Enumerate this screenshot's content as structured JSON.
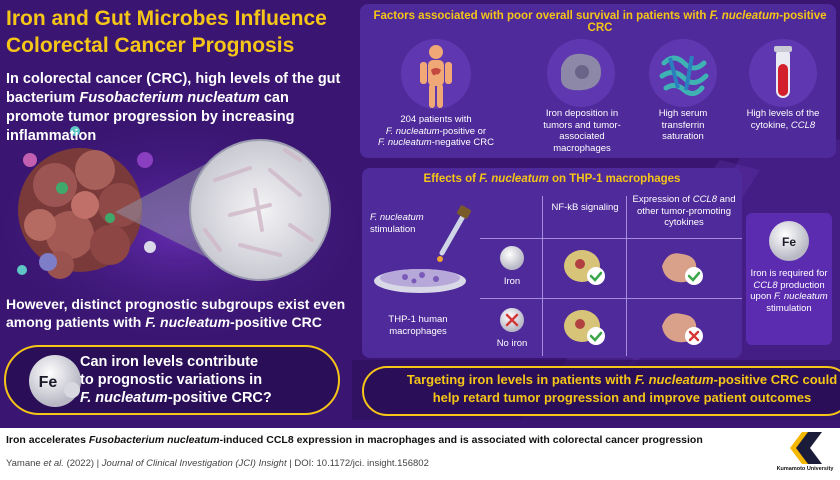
{
  "title": {
    "line1": "Iron and Gut Microbes Influence",
    "line2": "Colorectal Cancer Prognosis"
  },
  "intro": {
    "text1": "In colorectal cancer (CRC), high levels of the gut bacterium ",
    "bacterium": "Fusobacterium nucleatum",
    "text2": " can promote tumor progression by increasing inflammation"
  },
  "subgroups": {
    "text1": "However, distinct prognostic subgroups exist even among patients with ",
    "bacterium": "F. nucleatum",
    "text2": "-positive CRC"
  },
  "question": {
    "badge": "Fe",
    "line1": "Can iron levels contribute",
    "line2": "to prognostic variations in",
    "bacterium": "F. nucleatum",
    "line3_rest": "-positive CRC?"
  },
  "factors": {
    "title_prefix": "Factors associated with poor overall survival  in patients with ",
    "title_bacterium": "F. nucleatum",
    "title_suffix": "-positive CRC",
    "patients": {
      "line1": "204 patients with",
      "bacterium": "F. nucleatum",
      "line2_rest": "-positive or",
      "bacterium2": "F. nucleatum",
      "line3_rest": "-negative CRC"
    },
    "iron": "Iron deposition in tumors and tumor-associated macrophages",
    "transferrin": "High serum transferrin saturation",
    "cytokine_prefix": "High levels of the cytokine, ",
    "cytokine_name": "CCL8"
  },
  "effects": {
    "title_prefix": "Effects of ",
    "title_bacterium": "F. nucleatum",
    "title_suffix": " on THP-1 macrophages",
    "stimulation_bacterium": "F. nucleatum",
    "stimulation_rest": "stimulation",
    "thp1": "THP-1 human macrophages",
    "col_nfkb": "NF-kB signaling",
    "col_expr_prefix": "Expression of ",
    "col_expr_ccl8": "CCL8",
    "col_expr_rest": " and other tumor-promoting cytokines",
    "row_iron": "Iron",
    "row_noiron": "No iron"
  },
  "side": {
    "badge": "Fe",
    "text1": "Iron is required for ",
    "ccl8": "CCL8",
    "text2": " production upon ",
    "bacterium": "F. nucleatum",
    "text3": " stimulation"
  },
  "conclusion": {
    "prefix": "Targeting iron levels in patients with ",
    "bacterium": "F. nucleatum",
    "suffix": "-positive CRC could",
    "line2": "help retard tumor progression and improve patient outcomes"
  },
  "footer": {
    "title_prefix": "Iron accelerates ",
    "title_bacterium": "Fusobacterium nucleatum",
    "title_suffix": "-induced CCL8 expression in macrophages and is associated with colorectal cancer progression",
    "cite_author": "Yamane ",
    "cite_etal": "et al.",
    "cite_rest": " (2022) | ",
    "cite_journal": "Journal of Clinical Investigation (JCI) Insight",
    "cite_doi": " | DOI: 10.1172/jci. insight.156802",
    "university": "Kumamoto University"
  },
  "colors": {
    "background": "#3a1672",
    "panel": "#4e2a9a",
    "accent": "#f5c518",
    "text": "#ffffff"
  }
}
